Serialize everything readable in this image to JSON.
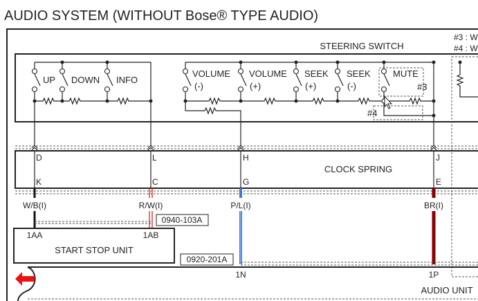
{
  "title": "AUDIO SYSTEM (WITHOUT Bose® TYPE AUDIO)",
  "notes": [
    "#3 : W",
    "#4 : W"
  ],
  "steering_switch": {
    "label": "STEERING SWITCH",
    "switches": [
      {
        "label": "UP",
        "sub": ""
      },
      {
        "label": "DOWN",
        "sub": ""
      },
      {
        "label": "INFO",
        "sub": ""
      },
      {
        "label": "VOLUME",
        "sub": "(-)"
      },
      {
        "label": "VOLUME",
        "sub": "(+)"
      },
      {
        "label": "SEEK",
        "sub": "(+)"
      },
      {
        "label": "SEEK",
        "sub": "(-)"
      },
      {
        "label": "MUTE",
        "sub": ""
      }
    ],
    "marks": {
      "m3": "#3",
      "m4": "#4"
    }
  },
  "clock_spring": {
    "label": "CLOCK SPRING",
    "top_pins": [
      "D",
      "L",
      "H",
      "J"
    ],
    "bottom_pins": [
      "K",
      "C",
      "G",
      "E"
    ]
  },
  "wires": [
    {
      "label": "W/B(I)",
      "color": "#111111"
    },
    {
      "label": "R/W(I)",
      "color": "#e02020"
    },
    {
      "label": "P/L(I)",
      "color": "#3a7be0"
    },
    {
      "label": "BR(I)",
      "color": "#8b0000"
    }
  ],
  "connectors": {
    "c1": "0940-103A",
    "c2": "0920-201A"
  },
  "start_stop_unit": {
    "label": "START STOP UNIT",
    "pins": [
      "1AA",
      "1AB"
    ]
  },
  "audio_unit": {
    "label": "AUDIO UNIT",
    "pins": [
      "1N",
      "1P"
    ]
  },
  "nav": {
    "back_arrow_color": "#ee1111"
  }
}
